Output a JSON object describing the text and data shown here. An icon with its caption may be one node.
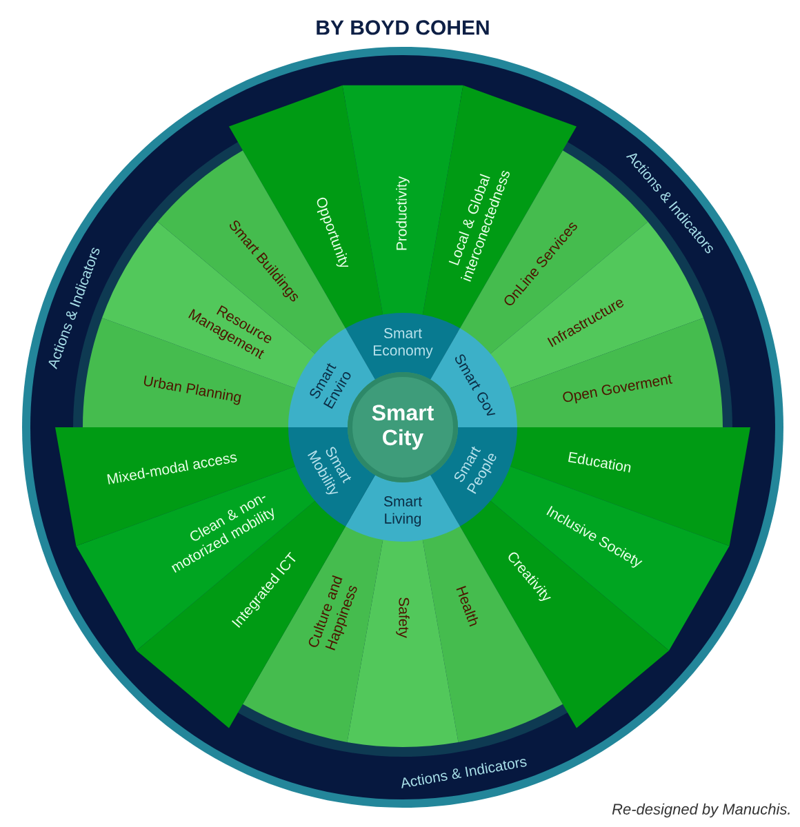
{
  "diagram": {
    "title": "BY BOYD COHEN",
    "nodes": [
      {
        "text": [
          "Actions & Indicators",
          "Actions & Indicators",
          "Actions & Indicators"
        ]
      },
      {
        "text": [
          "Smart City"
        ],
        "in": 0
      },
      {
        "text": [
          "Smart Economy"
        ],
        "in": 0
      },
      {
        "text": [
          "Smart Gov"
        ],
        "in": 0
      },
      {
        "text": [
          "Smart People"
        ],
        "in": 0
      },
      {
        "text": [
          "Smart Living"
        ],
        "in": 0
      },
      {
        "text": [
          "Smart Mobility"
        ],
        "in": 0
      },
      {
        "text": [
          "Smart Enviro"
        ],
        "in": 0
      },
      {
        "text": [
          "Opportunity"
        ],
        "in": 0
      },
      {
        "text": [
          "Productivity"
        ],
        "in": 0
      },
      {
        "text": [
          "Local & Global interconectedness"
        ],
        "in": 0
      },
      {
        "text": [
          "OnLine Services"
        ],
        "in": 0
      },
      {
        "text": [
          "Infrastructure"
        ],
        "in": 0
      },
      {
        "text": [
          "Open Goverment"
        ],
        "in": 0
      },
      {
        "text": [
          "Education"
        ],
        "in": 0
      },
      {
        "text": [
          "Inclusive Society"
        ],
        "in": 0
      },
      {
        "text": [
          "Creativity"
        ],
        "in": 0
      },
      {
        "text": [
          "Health"
        ],
        "in": 0
      },
      {
        "text": [
          "Safety"
        ],
        "in": 0
      },
      {
        "text": [
          "Culture and Happiness"
        ],
        "in": 0
      },
      {
        "text": [
          "Integrated ICT"
        ],
        "in": 0
      },
      {
        "text": [
          "Clean & non-motorized mobility"
        ],
        "in": 0
      },
      {
        "text": [
          "Mixed-modal access"
        ],
        "in": 0
      },
      {
        "text": [
          "Urban Planning"
        ],
        "in": 0
      },
      {
        "text": [
          "Resource Management"
        ],
        "in": 0
      },
      {
        "text": [
          "Smart Buildings"
        ],
        "in": 0
      }
    ],
    "labels": [
      "Re-designed by Manuchis."
    ]
  }
}
